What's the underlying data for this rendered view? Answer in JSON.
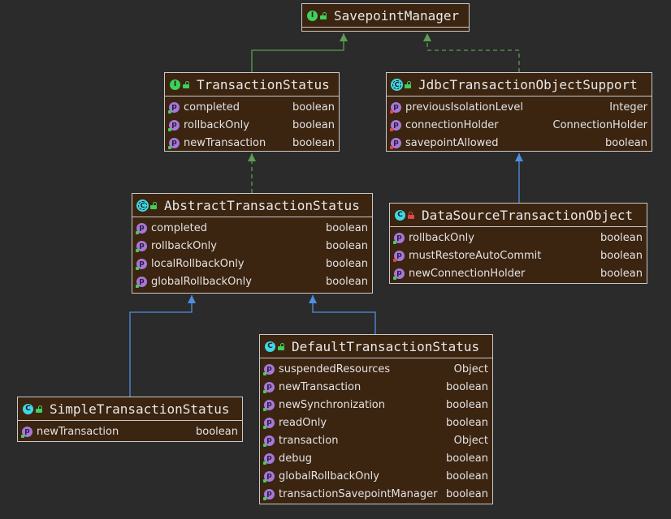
{
  "colors": {
    "background": "#2b2b2b",
    "node_fill": "#3b2410",
    "node_border": "#c9c9c9",
    "edge_interface": "#5e9b55",
    "edge_class": "#4f8fe0",
    "property_icon": "#a678d8"
  },
  "nodes": {
    "savepoint_manager": {
      "kind": "interface",
      "badge": "I",
      "lock": "open",
      "title": "SavepointManager",
      "fields": []
    },
    "transaction_status": {
      "kind": "interface",
      "badge": "I",
      "lock": "open",
      "title": "TransactionStatus",
      "fields": [
        {
          "name": "completed",
          "type": "boolean",
          "visibility": "public"
        },
        {
          "name": "rollbackOnly",
          "type": "boolean",
          "visibility": "public"
        },
        {
          "name": "newTransaction",
          "type": "boolean",
          "visibility": "public"
        }
      ]
    },
    "jdbc_support": {
      "kind": "abstract",
      "badge": "C",
      "lock": "open",
      "title": "JdbcTransactionObjectSupport",
      "fields": [
        {
          "name": "previousIsolationLevel",
          "type": "Integer",
          "visibility": "private"
        },
        {
          "name": "connectionHolder",
          "type": "ConnectionHolder",
          "visibility": "private"
        },
        {
          "name": "savepointAllowed",
          "type": "boolean",
          "visibility": "private"
        }
      ]
    },
    "abstract_status": {
      "kind": "abstract",
      "badge": "C",
      "lock": "open",
      "title": "AbstractTransactionStatus",
      "fields": [
        {
          "name": "completed",
          "type": "boolean",
          "visibility": "public"
        },
        {
          "name": "rollbackOnly",
          "type": "boolean",
          "visibility": "public"
        },
        {
          "name": "localRollbackOnly",
          "type": "boolean",
          "visibility": "public"
        },
        {
          "name": "globalRollbackOnly",
          "type": "boolean",
          "visibility": "public"
        }
      ]
    },
    "datasource_object": {
      "kind": "class",
      "badge": "C",
      "lock": "closed",
      "title": "DataSourceTransactionObject",
      "fields": [
        {
          "name": "rollbackOnly",
          "type": "boolean",
          "visibility": "public"
        },
        {
          "name": "mustRestoreAutoCommit",
          "type": "boolean",
          "visibility": "private"
        },
        {
          "name": "newConnectionHolder",
          "type": "boolean",
          "visibility": "public"
        }
      ]
    },
    "default_status": {
      "kind": "class",
      "badge": "C",
      "lock": "open",
      "title": "DefaultTransactionStatus",
      "fields": [
        {
          "name": "suspendedResources",
          "type": "Object",
          "visibility": "public"
        },
        {
          "name": "newTransaction",
          "type": "boolean",
          "visibility": "public"
        },
        {
          "name": "newSynchronization",
          "type": "boolean",
          "visibility": "public"
        },
        {
          "name": "readOnly",
          "type": "boolean",
          "visibility": "public"
        },
        {
          "name": "transaction",
          "type": "Object",
          "visibility": "public"
        },
        {
          "name": "debug",
          "type": "boolean",
          "visibility": "public"
        },
        {
          "name": "globalRollbackOnly",
          "type": "boolean",
          "visibility": "public"
        },
        {
          "name": "transactionSavepointManager",
          "type": "boolean",
          "visibility": "public"
        }
      ]
    },
    "simple_status": {
      "kind": "class",
      "badge": "C",
      "lock": "open",
      "title": "SimpleTransactionStatus",
      "fields": [
        {
          "name": "newTransaction",
          "type": "boolean",
          "visibility": "public"
        }
      ]
    }
  },
  "edges": [
    {
      "from": "transaction_status",
      "to": "savepoint_manager",
      "relation": "extends-interface",
      "line": "solid"
    },
    {
      "from": "jdbc_support",
      "to": "savepoint_manager",
      "relation": "implements",
      "line": "dashed"
    },
    {
      "from": "abstract_status",
      "to": "transaction_status",
      "relation": "implements",
      "line": "dashed"
    },
    {
      "from": "datasource_object",
      "to": "jdbc_support",
      "relation": "extends",
      "line": "solid"
    },
    {
      "from": "simple_status",
      "to": "abstract_status",
      "relation": "extends",
      "line": "solid"
    },
    {
      "from": "default_status",
      "to": "abstract_status",
      "relation": "extends",
      "line": "solid"
    }
  ]
}
